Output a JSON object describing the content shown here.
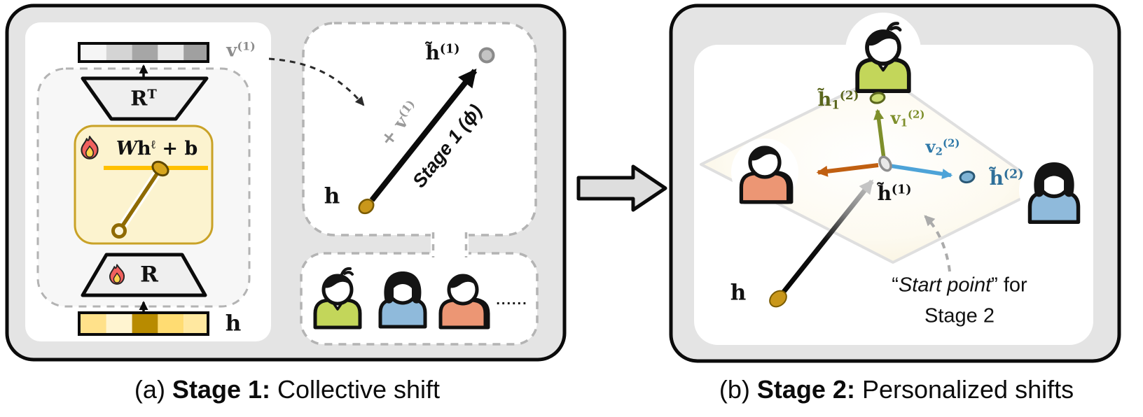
{
  "panel_a": {
    "caption": {
      "prefix": "(a) ",
      "stage": "Stage 1:",
      "rest": " Collective shift"
    },
    "adapter": {
      "v_out_label": {
        "base": "v",
        "sup": "(1)"
      },
      "rt_label": {
        "base": "R",
        "sup": "T"
      },
      "formula": {
        "w": "W",
        "h": "h",
        "sup": "ℓ",
        "rest": " + b"
      },
      "r_label": "R",
      "h_in_label": "h",
      "bar_top_colors": [
        "#F5F5F5",
        "#D4D4D4",
        "#A6A6A6",
        "#E9E9E9",
        "#A0A0A0"
      ],
      "bar_bottom_colors": [
        "#FFE18A",
        "#FFF4D0",
        "#B88B00",
        "#FFDC72",
        "#FFE8A0"
      ]
    },
    "shift_plot": {
      "h_label": "h",
      "h_tilde_label": {
        "base": "h̃",
        "sup": "(1)"
      },
      "plus_v_label": {
        "base": "+ v",
        "sup": "(1)"
      },
      "stage_arrow_label": "Stage 1 (ϕ)"
    },
    "users_box": {
      "ellipsis": "......"
    }
  },
  "panel_b": {
    "caption": {
      "prefix": "(b) ",
      "stage": "Stage 2:",
      "rest": " Personalized shifts"
    },
    "h_label": "h",
    "h_tilde_1": {
      "base": "h̃",
      "sup": "(1)"
    },
    "user1_point": {
      "base": "h̃",
      "sub": "1",
      "sup": "(2)"
    },
    "user1_vector": {
      "base": "v",
      "sub": "1",
      "sup": "(2)"
    },
    "user2_vector": {
      "base": "v",
      "sub": "2",
      "sup": "(2)"
    },
    "user2_point": {
      "base": "h̃",
      "sup": "(2)"
    },
    "annotation": {
      "quote_open": "“",
      "italic": "Start point",
      "quote_close": "”",
      "suffix": " for",
      "line2": "Stage 2"
    }
  },
  "colors": {
    "panel_bg": "#E4E4E4",
    "gold": "#C9971A",
    "gold_dark": "#8F6A00",
    "olive": "#7E8F2B",
    "olive_dark": "#5A661D",
    "blue_arrow": "#4DA3D8",
    "blue_label": "#2E6F99",
    "orange_arrow": "#C05F11",
    "shirt_green": "#C3D65A",
    "shirt_blue": "#8FBADB",
    "shirt_salmon": "#EC9674",
    "accent_gold": "#F5C242",
    "box_yellow": "#FCF3CF",
    "box_yellow_border": "#C9A227",
    "underline_yellow": "#FFC000",
    "gray_label": "#8C8C8C"
  }
}
